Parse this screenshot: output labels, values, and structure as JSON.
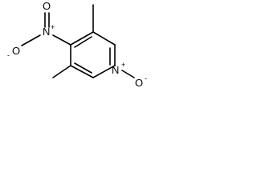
{
  "molecule": {
    "atoms": {
      "nitro_o_left": {
        "symbol": "O",
        "charge": "-"
      },
      "nitro_n": {
        "symbol": "N",
        "charge": "+"
      },
      "nitro_o_top": {
        "symbol": "O",
        "charge": ""
      },
      "ring_n": {
        "symbol": "N",
        "charge": "+"
      },
      "n_oxide_o": {
        "symbol": "O",
        "charge": "-"
      }
    }
  }
}
